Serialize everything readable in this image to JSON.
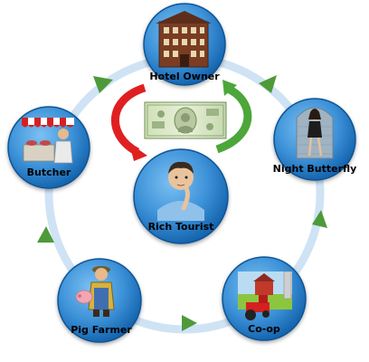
{
  "nodes": [
    {
      "id": "hotel-owner",
      "label": "Hotel Owner",
      "icon": "hotel-building-icon"
    },
    {
      "id": "night-butterfly",
      "label": "Night Butterfly",
      "icon": "woman-figure-icon"
    },
    {
      "id": "co-op",
      "label": "Co-op",
      "icon": "tractor-barn-icon"
    },
    {
      "id": "pig-farmer",
      "label": "Pig Farmer",
      "icon": "pig-farmer-icon"
    },
    {
      "id": "butcher",
      "label": "Butcher",
      "icon": "butcher-stall-icon"
    },
    {
      "id": "rich-tourist",
      "label": "Rich Tourist",
      "icon": "thinking-man-icon"
    }
  ],
  "center_item": {
    "icon": "hundred-dollar-bill-icon"
  },
  "cycle": [
    "hotel-owner",
    "night-butterfly",
    "co-op",
    "pig-farmer",
    "butcher",
    "hotel-owner"
  ],
  "colors": {
    "node_fill": "#3d92d8",
    "node_dark": "#0f5ea8",
    "ring": "#cfe3f5",
    "ring_arrow": "#4e9a3a",
    "exchange_red": "#e02020",
    "exchange_green": "#4ca63a"
  }
}
